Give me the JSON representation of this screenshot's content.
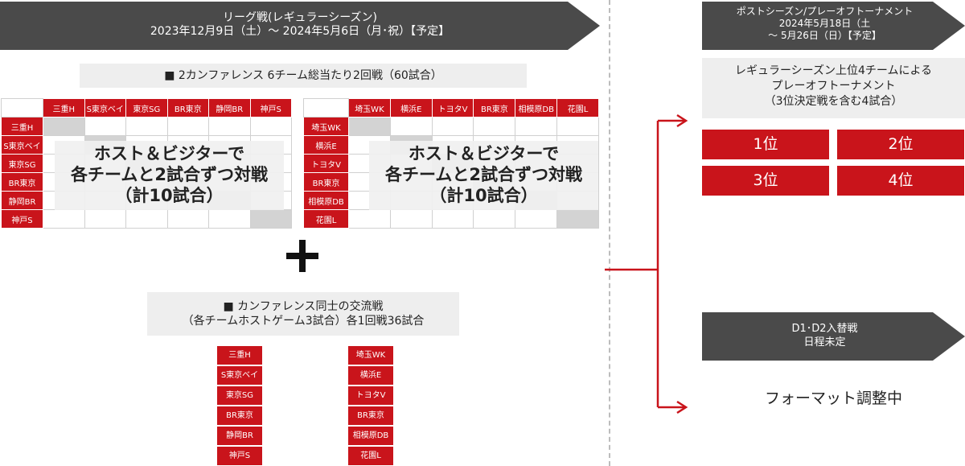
{
  "regular_banner": {
    "title": "リーグ戦(レギュラーシーズン)",
    "dates": "2023年12月9日（土）～ 2024年5月6日（月･祝）【予定】"
  },
  "postseason_banner": {
    "title": "ポストシーズン/プレーオフトーナメント",
    "line2": "2024年5月18日（土",
    "line3": "～ 5月26日（日）【予定】"
  },
  "conference_caption": "■ 2カンファレンス 6チーム総当たり2回戦（60試合）",
  "conference_a_teams": [
    "三重H",
    "S東京ベイ",
    "東京SG",
    "BR東京",
    "静岡BR",
    "神戸S"
  ],
  "conference_b_teams": [
    "埼玉WK",
    "横浜E",
    "トヨタV",
    "BR東京",
    "相模原DB",
    "花園L"
  ],
  "matrix_overlay": {
    "line1": "ホスト＆ビジターで",
    "line2": "各チームと2試合ずつ対戦",
    "line3": "（計10試合）"
  },
  "interconference_caption": {
    "line1": "■ カンファレンス同士の交流戦",
    "line2": "（各チームホストゲーム3試合）各1回戦36試合"
  },
  "playoff_caption": {
    "line1": "レギュラーシーズン上位4チームによる",
    "line2": "プレーオフトーナメント",
    "line3": "（3位決定戦を含む4試合）"
  },
  "ranks": [
    "1位",
    "2位",
    "3位",
    "4位"
  ],
  "d1d2_banner": {
    "title": "D1･D2入替戦",
    "subtitle": "日程未定"
  },
  "format_status": "フォーマット調整中",
  "colors": {
    "team_red": "#c9141b",
    "banner_gray": "#4a4a4a",
    "caption_gray": "#eeeeee",
    "connector_red": "#c9141b"
  }
}
